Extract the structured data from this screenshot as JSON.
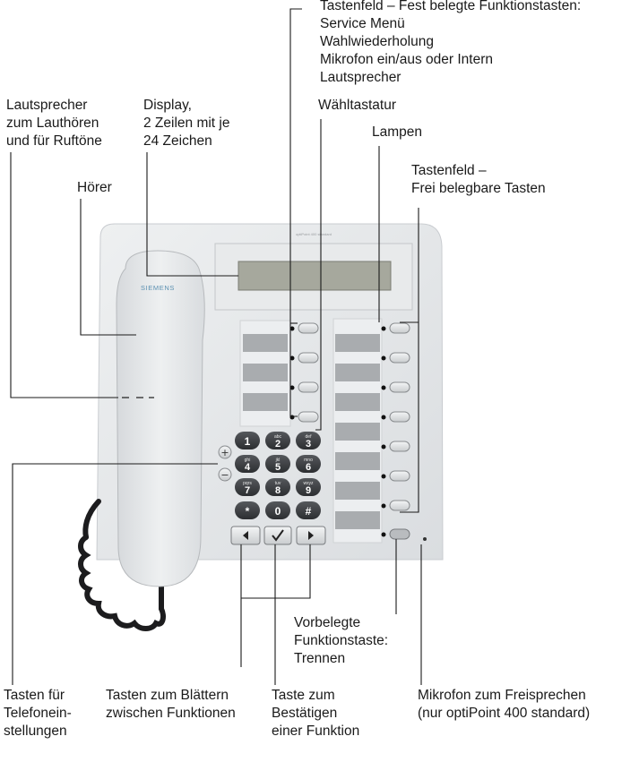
{
  "brand": "SIEMENS",
  "display_caption": "optiPoint 400 standard",
  "labels": {
    "tastenfeld_fest": {
      "heading": "Tastenfeld – Fest belegte Funktionstasten:",
      "lines": [
        "Service Menü",
        "Wahlwiederholung",
        "Mikrofon ein/aus oder Intern",
        "Lautsprecher"
      ]
    },
    "lautsprecher": [
      "Lautsprecher",
      "zum Lauthören",
      "und für Ruftöne"
    ],
    "display": [
      "Display,",
      "2 Zeilen mit je",
      "24 Zeichen"
    ],
    "waehltastatur": "Wähltastatur",
    "lampen": "Lampen",
    "hoerer": "Hörer",
    "tastenfeld_frei": [
      "Tastenfeld –",
      "Frei belegbare Tasten"
    ],
    "vorbelegte": [
      "Vorbelegte",
      "Funktionstaste:",
      "Trennen"
    ],
    "tasten_einstellungen": [
      "Tasten für",
      "Telefonein-",
      "stellungen"
    ],
    "tasten_blaettern": [
      "Tasten zum Blättern",
      "zwischen Funktionen"
    ],
    "taste_bestaetigen": [
      "Taste zum",
      "Bestätigen",
      "einer Funktion"
    ],
    "mikrofon": [
      "Mikrofon zum Freisprechen",
      "(nur optiPoint 400 standard)"
    ]
  },
  "keypad": [
    {
      "digit": "1",
      "letters": ""
    },
    {
      "digit": "2",
      "letters": "abc"
    },
    {
      "digit": "3",
      "letters": "def"
    },
    {
      "digit": "4",
      "letters": "ghi"
    },
    {
      "digit": "5",
      "letters": "jkl"
    },
    {
      "digit": "6",
      "letters": "mno"
    },
    {
      "digit": "7",
      "letters": "pqrs"
    },
    {
      "digit": "8",
      "letters": "tuv"
    },
    {
      "digit": "9",
      "letters": "wxyz"
    },
    {
      "digit": "*",
      "letters": ""
    },
    {
      "digit": "0",
      "letters": ""
    },
    {
      "digit": "#",
      "letters": ""
    }
  ],
  "volume_keys": {
    "plus": "+",
    "minus": "−"
  },
  "colors": {
    "phone_body": "#e4e6e8",
    "keypad": "#3f4246",
    "label_strip": "#a9acaf",
    "text": "#1a1a1a"
  }
}
